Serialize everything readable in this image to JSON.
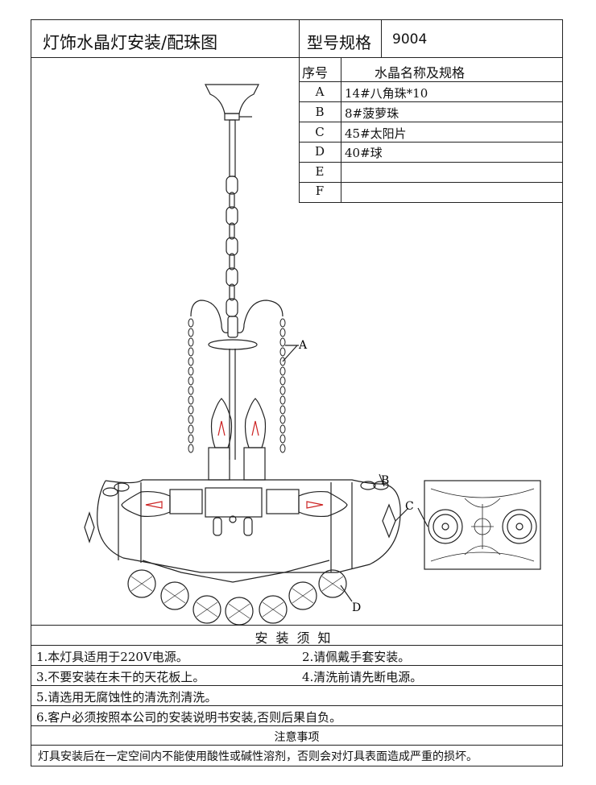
{
  "header": {
    "title": "灯饰水晶灯安装/配珠图",
    "model_label": "型号规格",
    "model_value": "9004"
  },
  "spec_table": {
    "col_code": "序号",
    "col_desc": "水晶名称及规格",
    "rows": [
      {
        "code": "A",
        "desc": "14#八角珠*10"
      },
      {
        "code": "B",
        "desc": "8#菠萝珠"
      },
      {
        "code": "C",
        "desc": "45#太阳片"
      },
      {
        "code": "D",
        "desc": "40#球"
      },
      {
        "code": "E",
        "desc": ""
      },
      {
        "code": "F",
        "desc": ""
      }
    ]
  },
  "callouts": {
    "a": "A",
    "b": "B",
    "c": "C",
    "d": "D"
  },
  "notice": {
    "heading": "安装须知",
    "items": [
      "1.本灯具适用于220V电源。",
      "2.请佩戴手套安装。",
      "3.不要安装在未干的天花板上。",
      "4.清洗前请先断电源。",
      "5.请选用无腐蚀性的清洗剂清洗。",
      "6.客户必须按照本公司的安装说明书安装,否则后果自负。"
    ]
  },
  "caution": {
    "heading": "注意事项",
    "text": "灯具安装后在一定空间内不能使用酸性或碱性溶剂，否则会对灯具表面造成严重的损坏。"
  }
}
